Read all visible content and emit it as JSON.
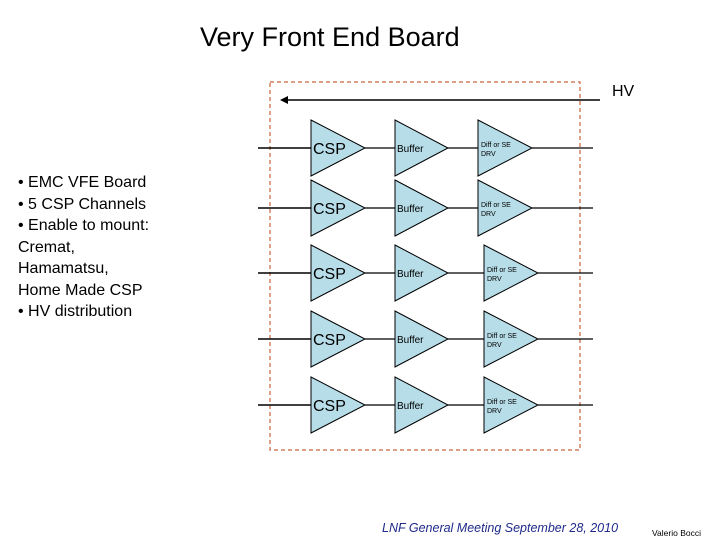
{
  "slide": {
    "title": "Very Front End Board",
    "notes": [
      "• EMC  VFE Board",
      "• 5 CSP Channels",
      "• Enable to mount:",
      " Cremat,",
      "Hamamatsu,",
      "Home Made CSP",
      "• HV distribution"
    ],
    "footer": "LNF   General Meeting September 28, 2010",
    "author": "Valerio Bocci"
  },
  "diagram": {
    "hv_label": "HV",
    "channels": [
      {
        "csp": "CSP",
        "buffer": "Buffer",
        "driver_line1": "Diff or SE",
        "driver_line2": "DRV"
      },
      {
        "csp": "CSP",
        "buffer": "Buffer",
        "driver_line1": "Diff or SE",
        "driver_line2": "DRV"
      },
      {
        "csp": "CSP",
        "buffer": "Buffer",
        "driver_line1": "Diff or SE",
        "driver_line2": "DRV"
      },
      {
        "csp": "CSP",
        "buffer": "Buffer",
        "driver_line1": "Diff or SE",
        "driver_line2": "DRV"
      },
      {
        "csp": "CSP",
        "buffer": "Buffer",
        "driver_line1": "Diff or SE",
        "driver_line2": "DRV"
      }
    ],
    "colors": {
      "amplifier_fill": "#b7dde8",
      "board_outline": "#c8643c",
      "footer_text": "#1f2a8a"
    }
  }
}
